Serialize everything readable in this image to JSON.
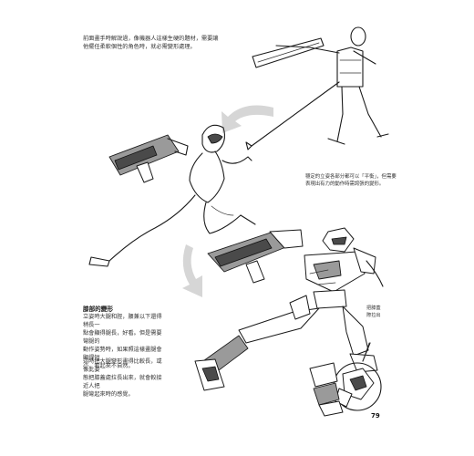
{
  "intro_text": "前面畫手時解說過，像機器人這樣生硬的題材，需要讓\n他擺任柔軟個性的角色時，就必需變形處理。",
  "note_balance": "穩定的立姿各部分都可以「平衡」，但需要\n表現出有力的動作時需誇張的變形。",
  "section": {
    "title": "膝部的變形",
    "body1": "立姿時大腿和脛，腰兼以下還得稍長一\n點會顯得腿長，好看。但是需要彎腿的\n動作姿勢時，如果照這樣畫腿會顯得短\n小，看起來不自然。",
    "body2": "這時把大腿變形畫得比較長，或像此姿\n態把膝蓋處拉長出來，就會較接近人把\n腿彎起來時的感覺。"
  },
  "note_knee": "把膝蓋\n際拉出",
  "page_number": "79"
}
